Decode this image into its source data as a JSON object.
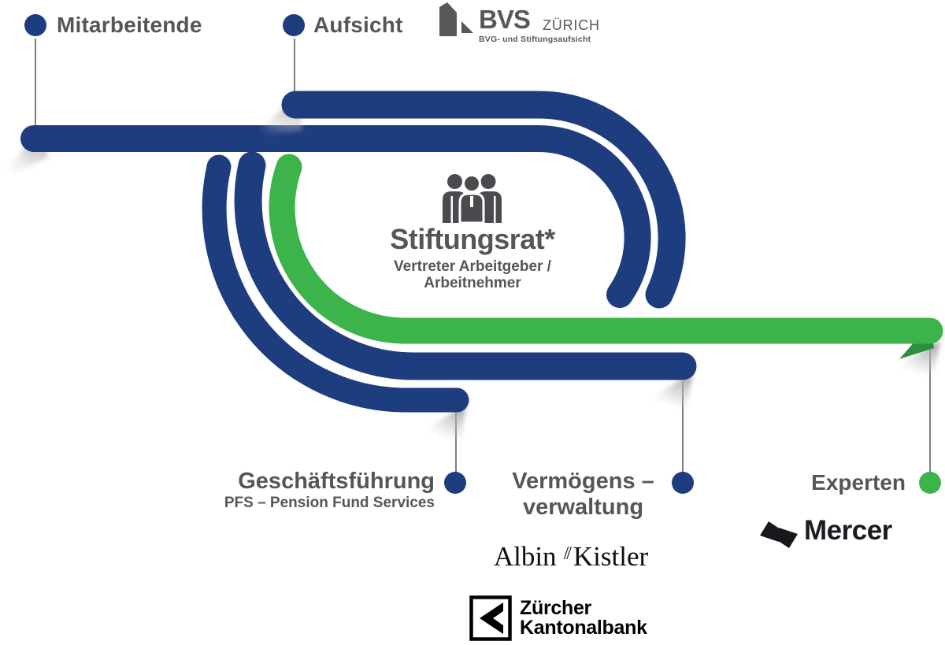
{
  "colors": {
    "blue": "#1d3d7e",
    "green": "#3cb44b",
    "green_dark": "#2d9040",
    "text_gray": "#55565a",
    "logo_gray": "#58585a",
    "line_gray": "#7e7e7e",
    "icon_gray": "#4a4b4e"
  },
  "labels": {
    "mitarbeitende": "Mitarbeitende",
    "aufsicht": "Aufsicht",
    "experten": "Experten",
    "geschaeftsfuehrung": "Geschäftsführung",
    "geschaeftsfuehrung_sub": "PFS – Pension Fund Services",
    "vermoegens_line1": "Vermögens –",
    "vermoegens_line2": "verwaltung"
  },
  "center": {
    "title": "Stiftungsrat*",
    "subtitle1": "Vertreter Arbeitgeber /",
    "subtitle2": "Arbeitnehmer"
  },
  "logos": {
    "bvs": {
      "name": "BVS",
      "city": "ZÜRICH",
      "tagline": "BVG- und Stiftungsaufsicht"
    },
    "mercer": {
      "name": "Mercer"
    },
    "albin_kistler": {
      "word1": "Albin",
      "separator": "//",
      "word2": "Kistler"
    },
    "zuercher_kantonalbank": {
      "line1": "Zürcher",
      "line2": "Kantonalbank"
    }
  }
}
